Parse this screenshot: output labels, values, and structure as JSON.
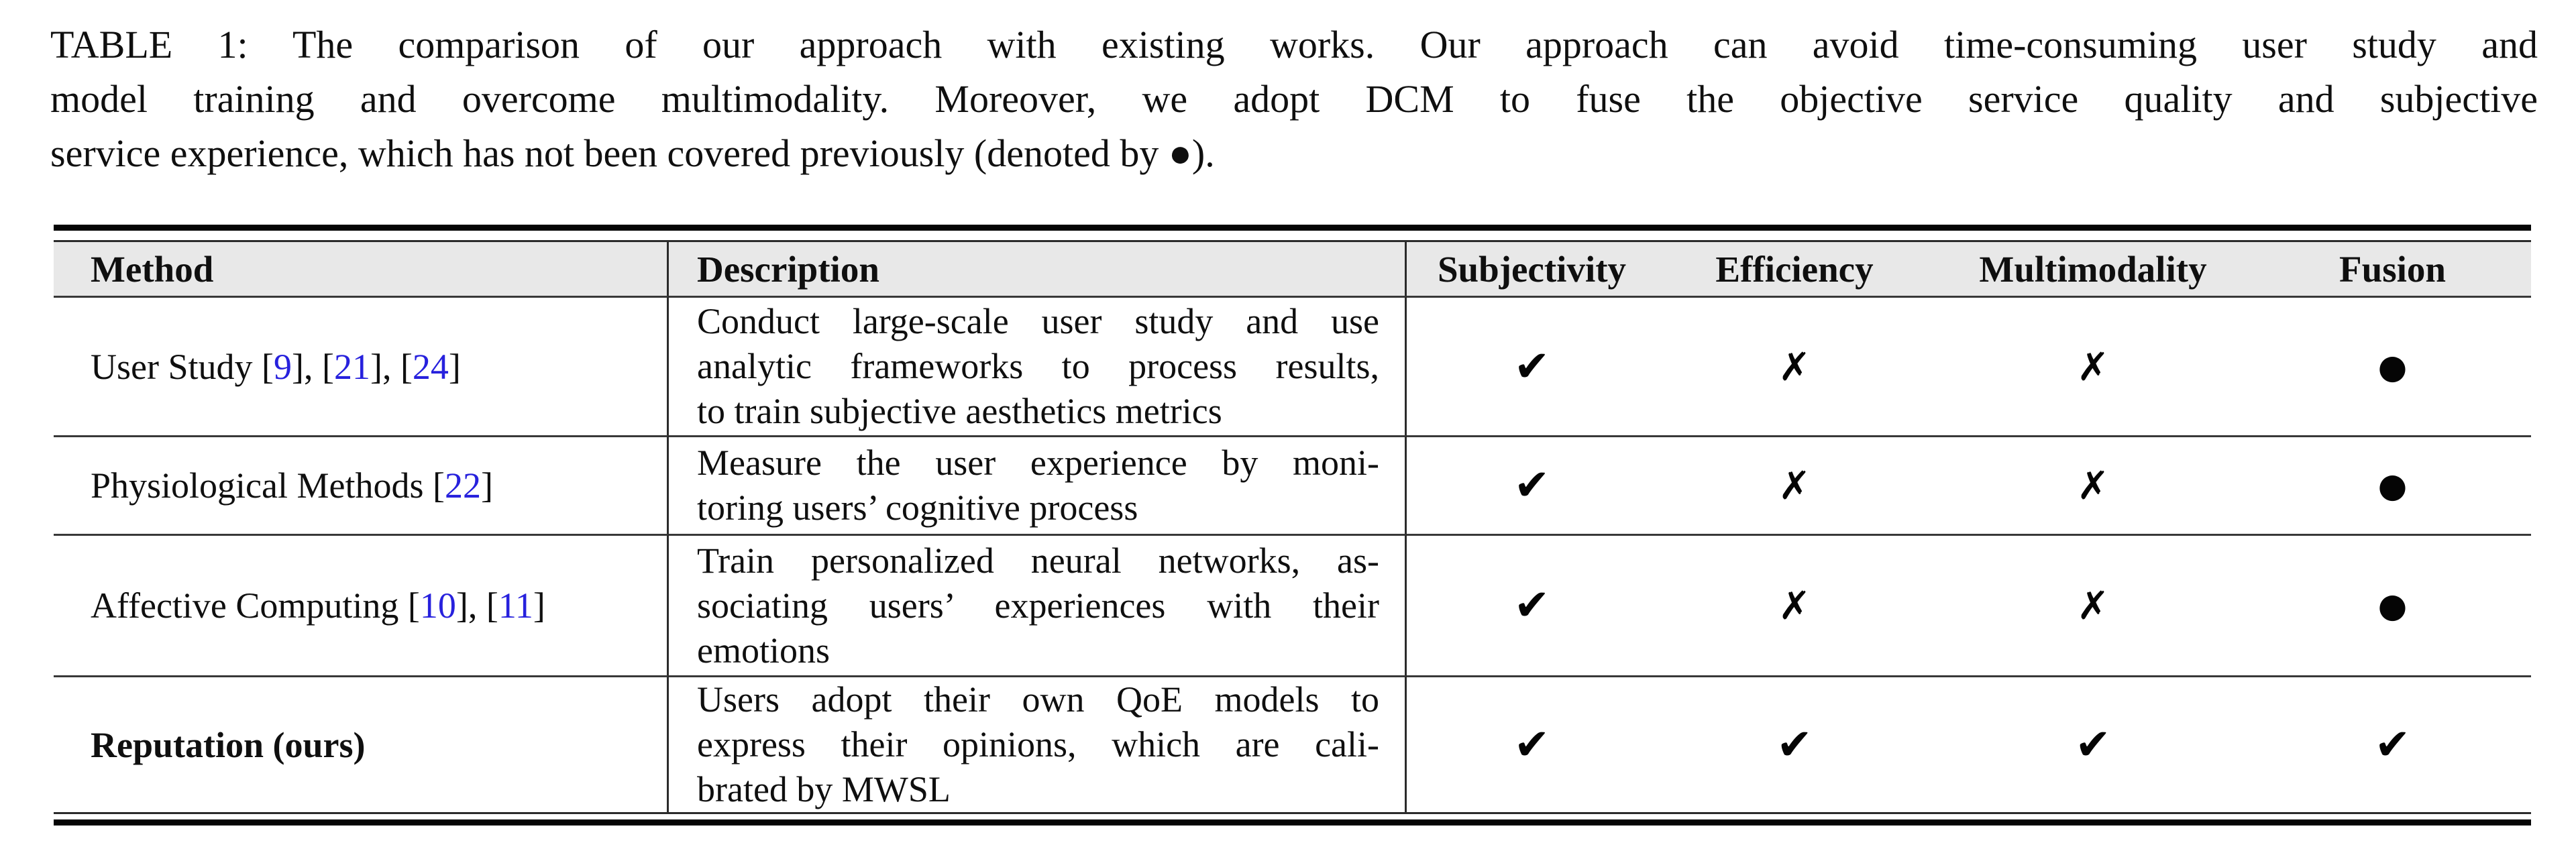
{
  "caption": {
    "lines": [
      "TABLE 1: The comparison of our approach with existing works. Our approach can avoid time-consuming user study and",
      "model training and overcome multimodality. Moreover, we adopt DCM to fuse the objective service quality and subjective",
      "service experience, which has not been covered previously (denoted by ●)."
    ]
  },
  "table": {
    "columns": [
      "Method",
      "Description",
      "Subjectivity",
      "Efficiency",
      "Multimodality",
      "Fusion"
    ],
    "rows": [
      {
        "method": {
          "name": "User Study",
          "bold": false,
          "citations": [
            "9",
            "21",
            "24"
          ]
        },
        "description_lines": [
          "Conduct large-scale user study and use",
          "analytic frameworks to process results,",
          "to train subjective aesthetics metrics"
        ],
        "marks": [
          {
            "type": "check",
            "glyph": "✔"
          },
          {
            "type": "cross",
            "glyph": "✗"
          },
          {
            "type": "cross",
            "glyph": "✗"
          },
          {
            "type": "dot",
            "glyph": "●"
          }
        ]
      },
      {
        "method": {
          "name": "Physiological Methods",
          "bold": false,
          "citations": [
            "22"
          ]
        },
        "description_lines": [
          "Measure the user experience by moni-",
          "toring users’ cognitive process"
        ],
        "marks": [
          {
            "type": "check",
            "glyph": "✔"
          },
          {
            "type": "cross",
            "glyph": "✗"
          },
          {
            "type": "cross",
            "glyph": "✗"
          },
          {
            "type": "dot",
            "glyph": "●"
          }
        ]
      },
      {
        "method": {
          "name": "Affective Computing",
          "bold": false,
          "citations": [
            "10",
            "11"
          ]
        },
        "description_lines": [
          "Train personalized neural networks, as-",
          "sociating users’ experiences with their",
          "emotions"
        ],
        "marks": [
          {
            "type": "check",
            "glyph": "✔"
          },
          {
            "type": "cross",
            "glyph": "✗"
          },
          {
            "type": "cross",
            "glyph": "✗"
          },
          {
            "type": "dot",
            "glyph": "●"
          }
        ]
      },
      {
        "method": {
          "name": "Reputation (ours)",
          "bold": true,
          "citations": []
        },
        "description_lines": [
          "Users adopt their own QoE models to",
          "express their opinions, which are cali-",
          "brated by MWSL"
        ],
        "marks": [
          {
            "type": "check",
            "glyph": "✔"
          },
          {
            "type": "check",
            "glyph": "✔"
          },
          {
            "type": "check",
            "glyph": "✔"
          },
          {
            "type": "check",
            "glyph": "✔"
          }
        ]
      }
    ]
  },
  "colors": {
    "citation_blue": "#2721dd",
    "header_bg": "#e8e8e8",
    "rule_black": "#050505"
  }
}
